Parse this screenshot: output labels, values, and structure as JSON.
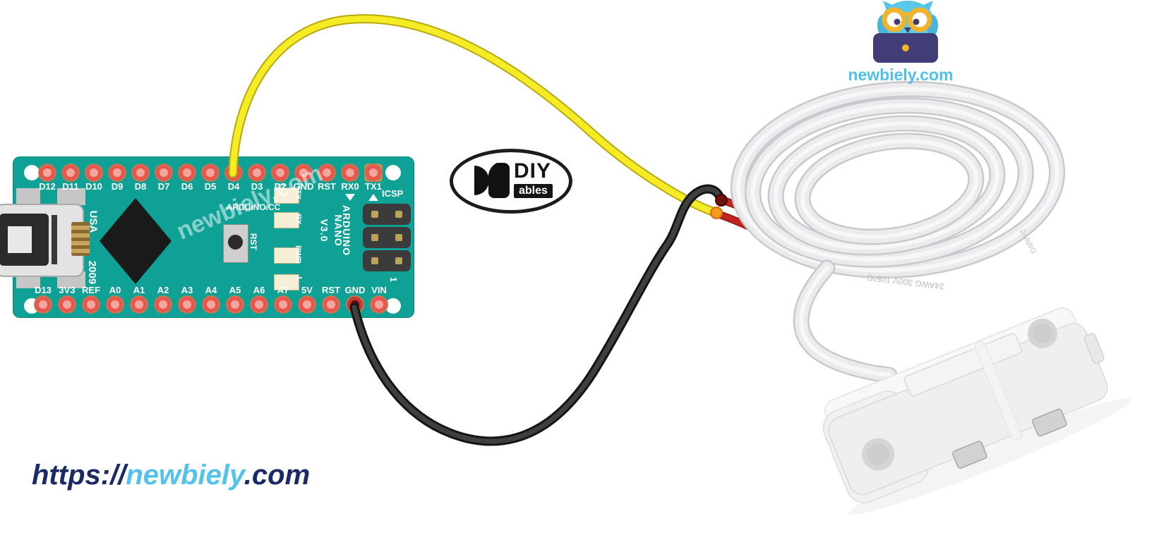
{
  "branding": {
    "logo_text": "newbiely.com",
    "url": {
      "prefix": "https://",
      "name": "newbiely",
      "suffix": ".com"
    }
  },
  "diyables": {
    "oval_label_top": "DIY",
    "oval_label_bottom": "ables"
  },
  "board": {
    "name": "Arduino Nano",
    "top_pins": [
      {
        "label": "D12"
      },
      {
        "label": "D11"
      },
      {
        "label": "D10"
      },
      {
        "label": "D9"
      },
      {
        "label": "D8"
      },
      {
        "label": "D7"
      },
      {
        "label": "D6"
      },
      {
        "label": "D5"
      },
      {
        "label": "D4",
        "connected": "yellow"
      },
      {
        "label": "D3"
      },
      {
        "label": "D2"
      },
      {
        "label": "GND"
      },
      {
        "label": "RST"
      },
      {
        "label": "RX0",
        "marker": "down"
      },
      {
        "label": "TX1",
        "marker": "up",
        "pad": "square"
      }
    ],
    "bottom_pins": [
      {
        "label": "D13"
      },
      {
        "label": "3V3"
      },
      {
        "label": "REF"
      },
      {
        "label": "A0"
      },
      {
        "label": "A1"
      },
      {
        "label": "A2"
      },
      {
        "label": "A3"
      },
      {
        "label": "A4"
      },
      {
        "label": "A5"
      },
      {
        "label": "A6"
      },
      {
        "label": "A7"
      },
      {
        "label": "5V"
      },
      {
        "label": "RST"
      },
      {
        "label": "GND",
        "connected": "black"
      },
      {
        "label": "VIN"
      }
    ],
    "silkscreen": {
      "brand": "ARDUINO.CC",
      "model": [
        "ARDUINO",
        "NANO",
        "V3.0"
      ],
      "usb_top": "USA",
      "usb_bottom": "2009",
      "icsp": "ICSP",
      "pin_one": "1",
      "reset": "RST",
      "leds": [
        "TX",
        "RX",
        "PWR",
        "L"
      ],
      "watermark": "newbiely.com"
    }
  },
  "wires": {
    "signal": {
      "pin": "D4",
      "color": "#f6ec25"
    },
    "ground": {
      "pin": "GND",
      "color": "#1a1a1a"
    }
  },
  "sensor": {
    "kind": "magnetic door contact sensor",
    "lead_color": "#c1251f",
    "cable_color": "#e9e9eb",
    "cable_marking": "24AWG  300V  105°C",
    "cable_marking_short": "24AWG"
  },
  "colors": {
    "board_teal": "#0fa096",
    "pin_red": "#e8564e",
    "wire_yellow": "#f6ec25",
    "wire_black": "#1a1a1a",
    "lead_red": "#c1251f",
    "url_navy": "#1b2a66",
    "url_blue": "#54c2ea",
    "logo_blue": "#4fc0ea",
    "owl_blue": "#5cc8e9",
    "laptop_indigo": "#403d77",
    "glasses_yellow": "#f0b42a"
  }
}
